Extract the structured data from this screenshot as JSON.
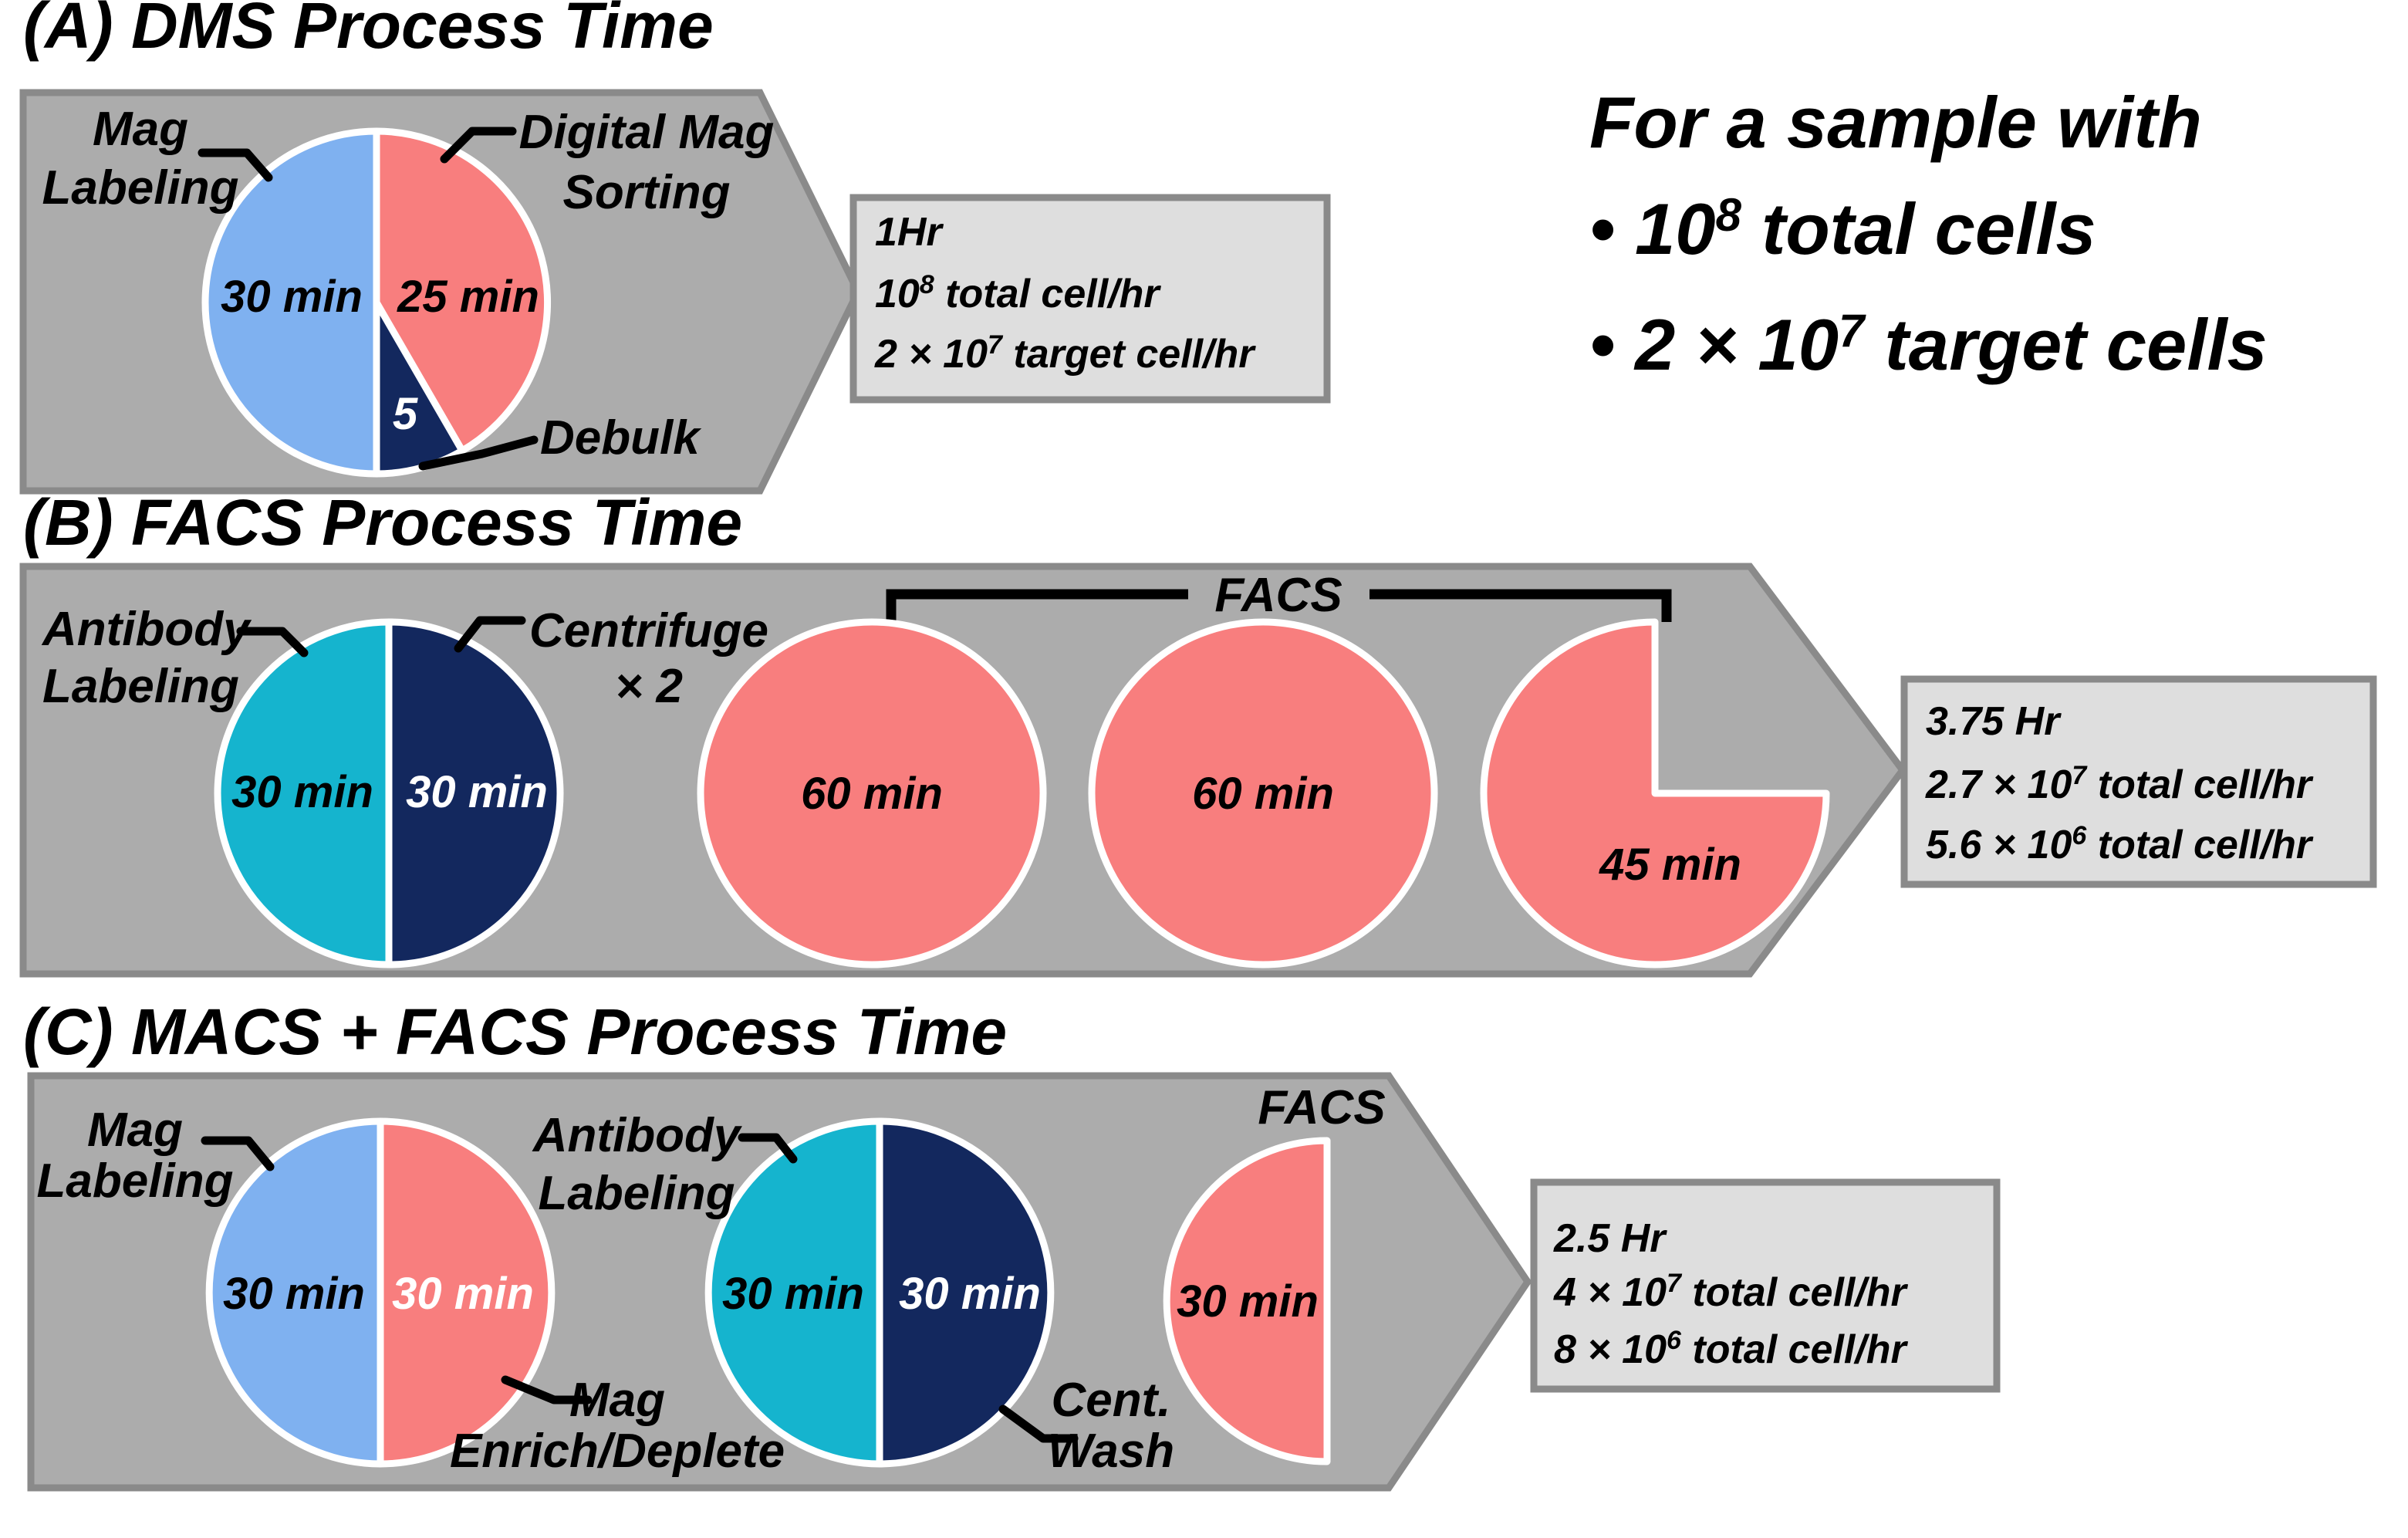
{
  "sample_note": {
    "heading": "For a sample with",
    "bullets": [
      {
        "pre": "• 10",
        "sup": "8",
        "post": " total cells"
      },
      {
        "pre": "• 2 × 10",
        "sup": "7",
        "post": " target cells"
      }
    ]
  },
  "colors": {
    "panel_gray": "#ACACAC",
    "panel_border": "#8A8A8A",
    "result_box_fill": "#DEDEDE",
    "blue": "#7FB1F0",
    "salmon": "#F87E7E",
    "navy": "#13285E",
    "cyan": "#15B4CE",
    "white": "#FFFFFF",
    "black": "#000000"
  },
  "panels": [
    {
      "id": "A",
      "title": "(A) DMS Process Time",
      "callouts": [
        {
          "name": "mag-labeling",
          "lines": [
            "Mag",
            "Labeling"
          ]
        },
        {
          "name": "digital-mag-sorting",
          "lines": [
            "Digital Mag",
            "Sorting"
          ]
        },
        {
          "name": "debulk",
          "lines": [
            "Debulk"
          ]
        }
      ],
      "pie": {
        "slices": [
          {
            "label": "Mag Labeling",
            "value": "30 min",
            "minutes": 30,
            "color": "#7FB1F0"
          },
          {
            "label": "Digital Mag Sorting",
            "value": "25 min",
            "minutes": 25,
            "color": "#F87E7E"
          },
          {
            "label": "Debulk",
            "value": "5",
            "minutes": 5,
            "color": "#13285E"
          }
        ]
      },
      "result": {
        "lines": [
          {
            "pre": "1Hr",
            "sup": "",
            "post": ""
          },
          {
            "pre": "10",
            "sup": "8",
            "post": " total cell/hr"
          },
          {
            "pre": "2 × 10",
            "sup": "7",
            "post": " target cell/hr"
          }
        ]
      }
    },
    {
      "id": "B",
      "title": "(B) FACS Process Time",
      "bracket_label": "FACS",
      "callouts": [
        {
          "name": "antibody-labeling",
          "lines": [
            "Antibody",
            "Labeling"
          ]
        },
        {
          "name": "centrifuge-x2",
          "lines": [
            "Centrifuge",
            "× 2"
          ]
        }
      ],
      "pie": {
        "slices": [
          {
            "label": "Antibody Labeling",
            "value": "30 min",
            "minutes": 30,
            "color": "#15B4CE"
          },
          {
            "label": "Centrifuge × 2",
            "value": "30 min",
            "minutes": 30,
            "color": "#13285E"
          }
        ]
      },
      "facs_steps": [
        {
          "value": "60 min",
          "minutes": 60,
          "color": "#F87E7E"
        },
        {
          "value": "60 min",
          "minutes": 60,
          "color": "#F87E7E"
        },
        {
          "value": "45 min",
          "minutes": 45,
          "color": "#F87E7E"
        }
      ],
      "result": {
        "lines": [
          {
            "pre": "3.75 Hr",
            "sup": "",
            "post": ""
          },
          {
            "pre": "2.7 × 10",
            "sup": "7",
            "post": " total cell/hr"
          },
          {
            "pre": "5.6 × 10",
            "sup": "6",
            "post": " total cell/hr"
          }
        ]
      }
    },
    {
      "id": "C",
      "title": "(C) MACS + FACS Process Time",
      "facs_label": "FACS",
      "callouts": [
        {
          "name": "mag-labeling",
          "lines": [
            "Mag",
            "Labeling"
          ]
        },
        {
          "name": "antibody-labeling",
          "lines": [
            "Antibody",
            "Labeling"
          ]
        },
        {
          "name": "mag-enrich-deplete",
          "lines": [
            "Mag",
            "Enrich/Deplete"
          ]
        },
        {
          "name": "cent-wash",
          "lines": [
            "Cent.",
            "Wash"
          ]
        }
      ],
      "pie1": {
        "slices": [
          {
            "label": "Mag Labeling",
            "value": "30 min",
            "minutes": 30,
            "color": "#7FB1F0"
          },
          {
            "label": "Mag Enrich/Deplete",
            "value": "30 min",
            "minutes": 30,
            "color": "#F87E7E"
          }
        ]
      },
      "pie2": {
        "slices": [
          {
            "label": "Antibody Labeling",
            "value": "30 min",
            "minutes": 30,
            "color": "#15B4CE"
          },
          {
            "label": "Cent. Wash",
            "value": "30 min",
            "minutes": 30,
            "color": "#13285E"
          }
        ]
      },
      "facs_half": {
        "label": "FACS",
        "value": "30 min",
        "minutes": 30,
        "color": "#F87E7E"
      },
      "result": {
        "lines": [
          {
            "pre": "2.5 Hr",
            "sup": "",
            "post": ""
          },
          {
            "pre": "4 × 10",
            "sup": "7",
            "post": " total cell/hr"
          },
          {
            "pre": "8 × 10",
            "sup": "6",
            "post": " total cell/hr"
          }
        ]
      }
    }
  ],
  "chart_data": [
    {
      "type": "pie",
      "title": "(A) DMS Process Time",
      "categories": [
        "Mag Labeling",
        "Digital Mag Sorting",
        "Debulk"
      ],
      "values": [
        30,
        25,
        5
      ],
      "unit": "min",
      "annotations": [
        "1Hr",
        "10^8 total cell/hr",
        "2 × 10^7 target cell/hr"
      ]
    },
    {
      "type": "pie",
      "title": "(B) FACS Process Time",
      "categories": [
        "Antibody Labeling",
        "Centrifuge × 2",
        "FACS run 1",
        "FACS run 2",
        "FACS run 3"
      ],
      "values": [
        30,
        30,
        60,
        60,
        45
      ],
      "unit": "min",
      "annotations": [
        "3.75 Hr",
        "2.7 × 10^7 total cell/hr",
        "5.6 × 10^6 total cell/hr"
      ]
    },
    {
      "type": "pie",
      "title": "(C) MACS + FACS Process Time",
      "categories": [
        "Mag Labeling",
        "Mag Enrich/Deplete",
        "Antibody Labeling",
        "Cent. Wash",
        "FACS"
      ],
      "values": [
        30,
        30,
        30,
        30,
        30
      ],
      "unit": "min",
      "annotations": [
        "2.5 Hr",
        "4 × 10^7 total cell/hr",
        "8 × 10^6 total cell/hr"
      ]
    }
  ]
}
